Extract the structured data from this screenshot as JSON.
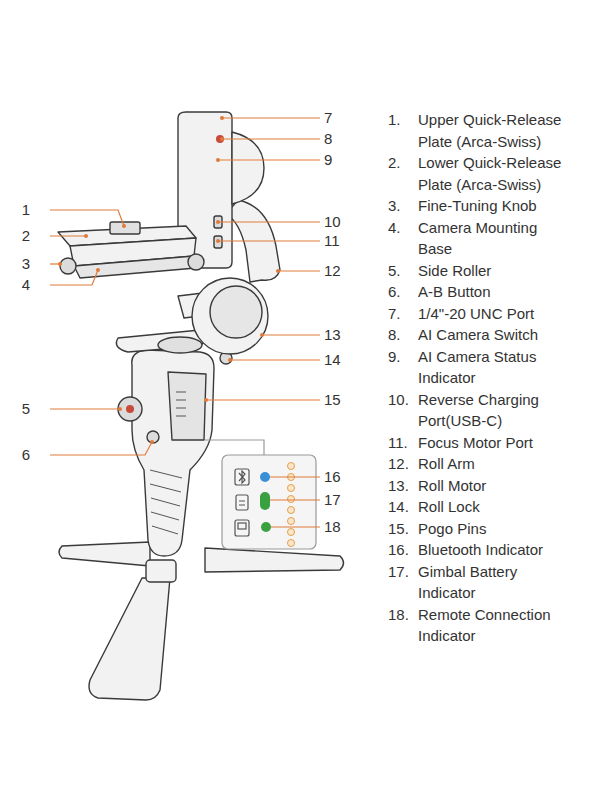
{
  "diagram": {
    "labels": [
      "7",
      "8",
      "9",
      "1",
      "2",
      "3",
      "4",
      "10",
      "11",
      "12",
      "13",
      "14",
      "5",
      "15",
      "6",
      "16",
      "17",
      "18",
      "1.",
      "Upper Quick-Release Plate (Arca-Swiss)",
      "2.",
      "Lower Quick-Release Plate (Arca-Swiss)",
      "3.",
      "Fine-Tuning Knob",
      "4.",
      "Camera Mounting Base",
      "5.",
      "Side Roller",
      "6.",
      "A-B Button",
      "7.",
      "1/4\"-20 UNC Port",
      "8.",
      "AI Camera Switch",
      "9.",
      "AI Camera Status Indicator",
      "10.",
      "Reverse Charging Port(USB-C)",
      "11.",
      "Focus Motor Port",
      "12.",
      "Roll Arm",
      "13.",
      "Roll Motor",
      "14.",
      "Roll Lock",
      "15.",
      "Pogo Pins",
      "16.",
      "Bluetooth Indicator",
      "17.",
      "Gimbal Battery Indicator",
      "18.",
      "Remote Connection Indicator"
    ]
  }
}
